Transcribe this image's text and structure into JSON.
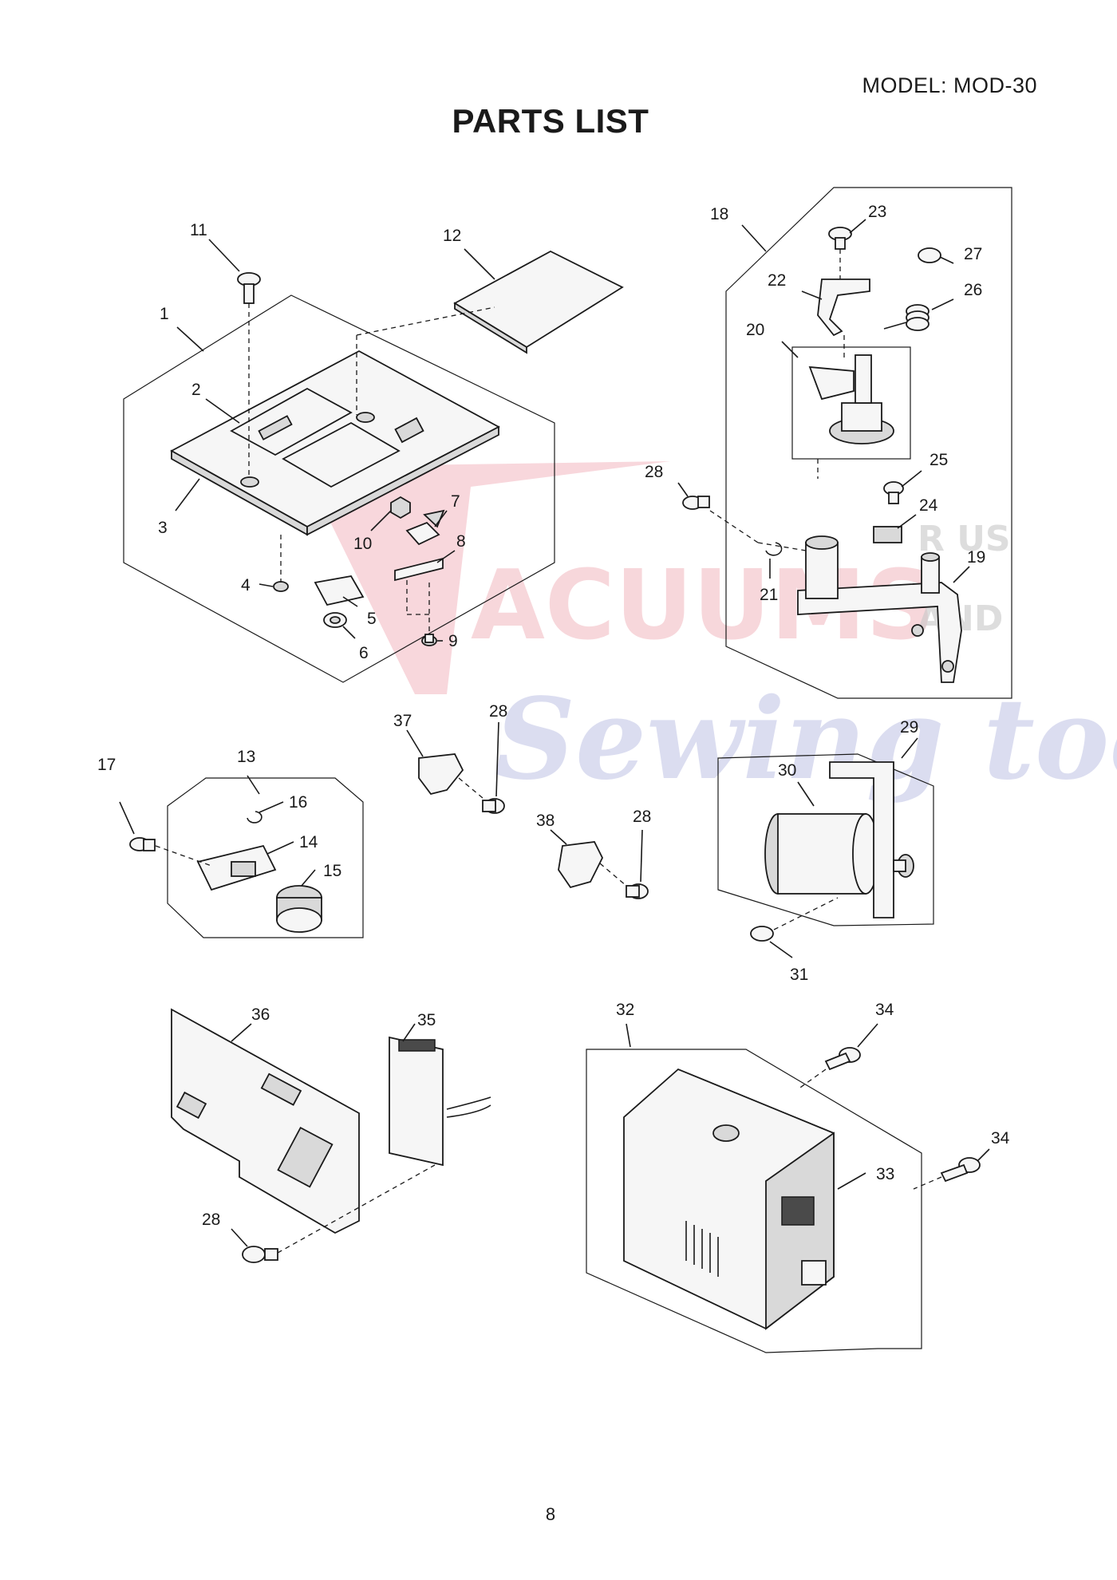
{
  "header": {
    "model": "MODEL: MOD-30",
    "title": "PARTS LIST"
  },
  "footer": {
    "page_number": "8"
  },
  "watermark": {
    "line1": "ACUUMS",
    "line2": "Sewing too",
    "badge_top": "R US",
    "badge_bottom": "AND"
  },
  "callouts": {
    "c1": "1",
    "c2": "2",
    "c3": "3",
    "c4": "4",
    "c5": "5",
    "c6": "6",
    "c7": "7",
    "c8": "8",
    "c9": "9",
    "c10": "10",
    "c11": "11",
    "c12": "12",
    "c13": "13",
    "c14": "14",
    "c15": "15",
    "c16": "16",
    "c17": "17",
    "c18": "18",
    "c19": "19",
    "c20": "20",
    "c21": "21",
    "c22": "22",
    "c23": "23",
    "c24": "24",
    "c25": "25",
    "c26": "26",
    "c27": "27",
    "c28a": "28",
    "c28b": "28",
    "c28c": "28",
    "c28d": "28",
    "c29": "29",
    "c30": "30",
    "c31": "31",
    "c32": "32",
    "c33": "33",
    "c34a": "34",
    "c34b": "34",
    "c35": "35",
    "c36": "36",
    "c37": "37",
    "c38": "38"
  },
  "colors": {
    "ink": "#1a1a1a",
    "watermark_red": "#e04a5e",
    "watermark_blue": "#7a7fc4"
  }
}
